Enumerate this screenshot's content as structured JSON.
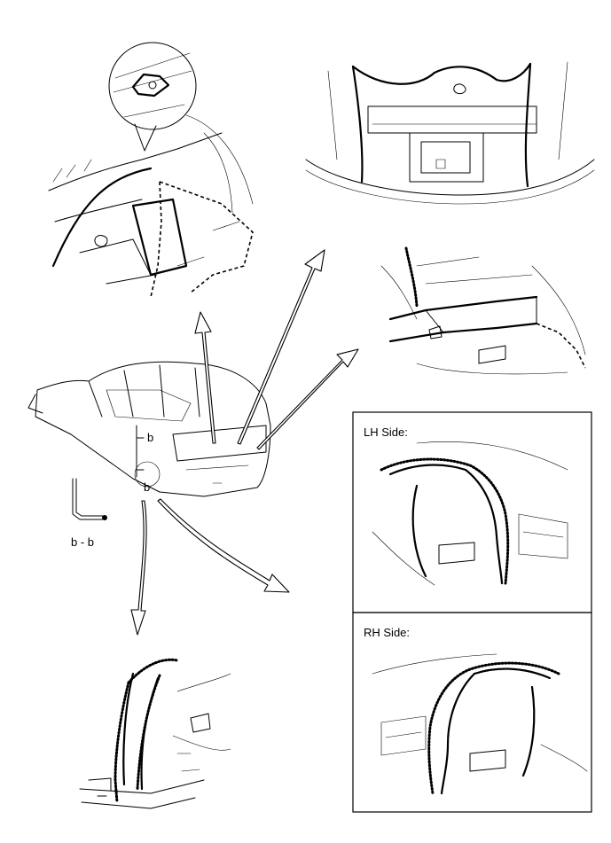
{
  "labels": {
    "section_mark_upper": "b",
    "section_mark_lower": "b",
    "section_caption": "b - b",
    "lh_side": "LH Side:",
    "rh_side": "RH Side:"
  }
}
